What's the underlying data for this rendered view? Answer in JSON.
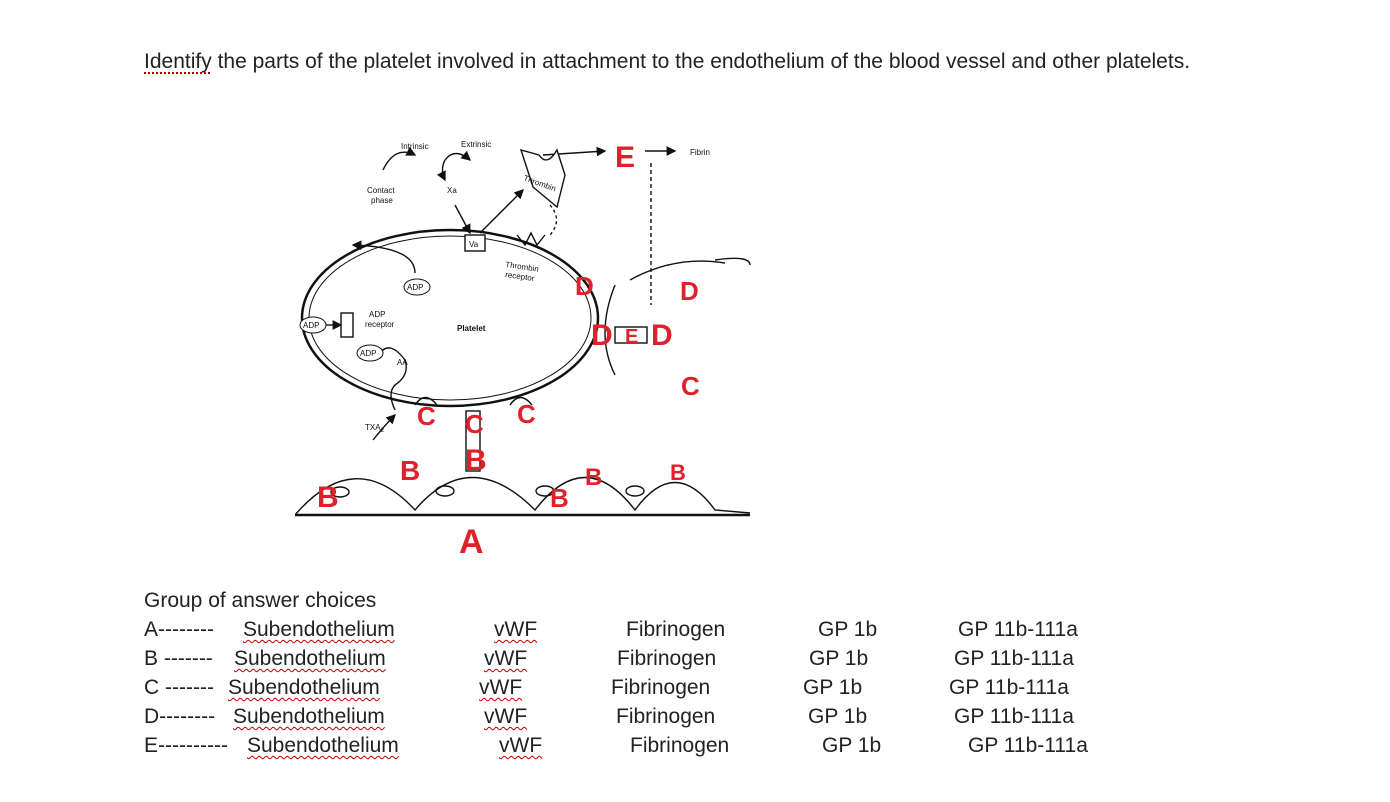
{
  "question": {
    "first_word": "Identify",
    "rest": "the parts of the platelet involved in attachment to the endothelium of the blood vessel and other platelets."
  },
  "diagram": {
    "labels": {
      "intrinsic": "Intrinsic",
      "extrinsic": "Extrinsic",
      "fibrin": "Fibrin",
      "thrombin": "Thrombin",
      "contact_phase_1": "Contact",
      "contact_phase_2": "phase",
      "xa": "Xa",
      "va": "Va",
      "thrombin_receptor_1": "Thrombin",
      "thrombin_receptor_2": "receptor",
      "adp": "ADP",
      "adp_receptor_1": "ADP",
      "adp_receptor_2": "receptor",
      "platelet": "Platelet",
      "aa": "AA",
      "txa2": "TXA",
      "txa2_sub": "2"
    },
    "handwritten": {
      "a": "A",
      "b": "B",
      "c": "C",
      "d": "D",
      "e": "E"
    }
  },
  "choices": {
    "heading": "Group of answer choices",
    "rows": [
      {
        "letter": "A",
        "dashes": "--------",
        "subendo": "Subendothelium",
        "vwf": "vWF",
        "fibrinogen": "Fibrinogen",
        "gp1b": "GP 1b",
        "gp2": "GP 11b-111a"
      },
      {
        "letter": "B",
        "dashes": " ------- ",
        "subendo": "Subendothelium",
        "vwf": "vWF",
        "fibrinogen": "Fibrinogen",
        "gp1b": "GP 1b",
        "gp2": "GP 11b-111a"
      },
      {
        "letter": "C",
        "dashes": " -------",
        "subendo": "Subendothelium",
        "vwf": "vWF",
        "fibrinogen": "Fibrinogen",
        "gp1b": "GP 1b",
        "gp2": "GP 11b-111a"
      },
      {
        "letter": "D",
        "dashes": "--------",
        "subendo": "Subendothelium",
        "vwf": "vWF",
        "fibrinogen": "Fibrinogen",
        "gp1b": "GP 1b",
        "gp2": "GP 11b-111a"
      },
      {
        "letter": "E",
        "dashes": "----------",
        "subendo": "Subendothelium",
        "vwf": "vWF",
        "fibrinogen": "Fibrinogen",
        "gp1b": "GP 1b",
        "gp2": "GP 11b-111a"
      }
    ]
  }
}
